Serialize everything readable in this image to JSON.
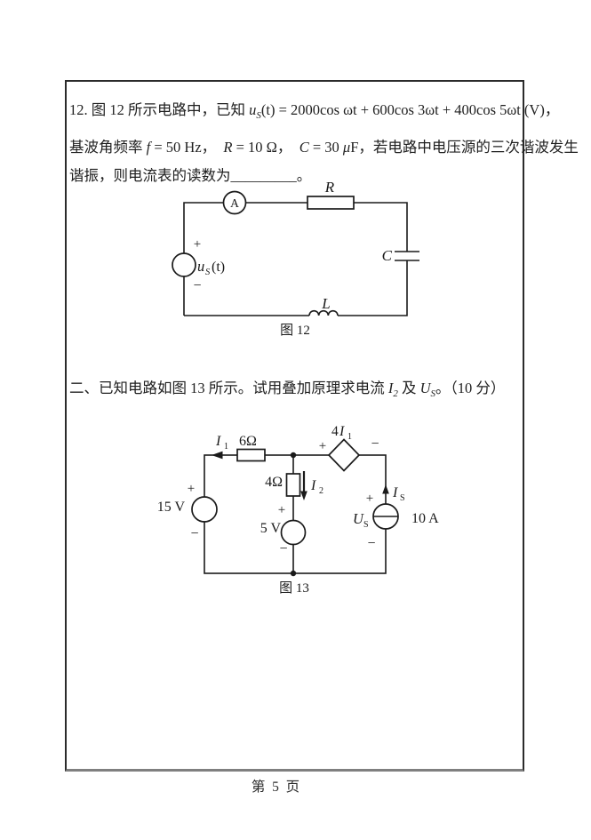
{
  "signs": {
    "plus": "+",
    "minus": "−"
  },
  "q12": {
    "l1": {
      "pre": "12. 图 12 所示电路中，已知 ",
      "u": "u",
      "usub": "S",
      "math": "(t) = 2000cos ωt + 600cos 3ωt + 400cos 5ωt (V)，"
    },
    "l2": {
      "pre": "基波角频率 ",
      "f": "f",
      "fval": " = 50 Hz，  ",
      "r": "R",
      "rval": " = 10 Ω，  ",
      "c": "C",
      "cval": " = 30 ",
      "mu": "μ",
      "muf": "F，",
      "rest": "若电路中电压源的三次谐波发生"
    },
    "l3": {
      "a": "谐振，则电流表的读数为",
      "blank": "_________",
      "b": "。"
    }
  },
  "fig12": {
    "ammeter": "A",
    "r": "R",
    "c": "C",
    "l": "L",
    "src_base": "u",
    "src_sub": "S",
    "src_args": "(t)",
    "caption": "图 12"
  },
  "sec2": {
    "pre": "二、已知电路如图 13 所示。试用叠加原理求电流 ",
    "i": "I",
    "isub": "2",
    "mid": " 及 ",
    "u": "U",
    "usub": "S",
    "end": "。（10 分）"
  },
  "fig13": {
    "i1": "I",
    "i1sub": "1",
    "r6": "6Ω",
    "dep4": "4",
    "depI": "I",
    "depsub": "1",
    "r4": "4Ω",
    "i2": "I",
    "i2sub": "2",
    "v15": "15 V",
    "v5": "5 V",
    "is": "I",
    "issub": "S",
    "us": "U",
    "ussub": "S",
    "a10": "10 A",
    "caption": "图 13"
  },
  "footer": {
    "text": "第  5  页"
  }
}
